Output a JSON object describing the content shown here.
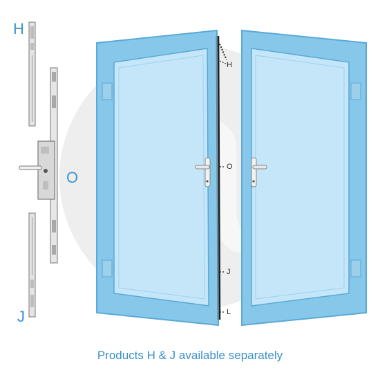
{
  "labels": {
    "H_left": "H",
    "O_left": "O",
    "J_left": "J",
    "H_door": "H",
    "O_door": "O",
    "J_door": "J",
    "L_door": "L"
  },
  "caption": "Products H & J available separately",
  "colors": {
    "accent": "#3a95cf",
    "frame_blue": "#7ec3e8",
    "glass_blue": "#bfe3f7",
    "watermark": "#ebebeb"
  },
  "icons": {
    "watermark": "brand-watermark-logo",
    "hardware": "multipoint-lock-strip"
  }
}
